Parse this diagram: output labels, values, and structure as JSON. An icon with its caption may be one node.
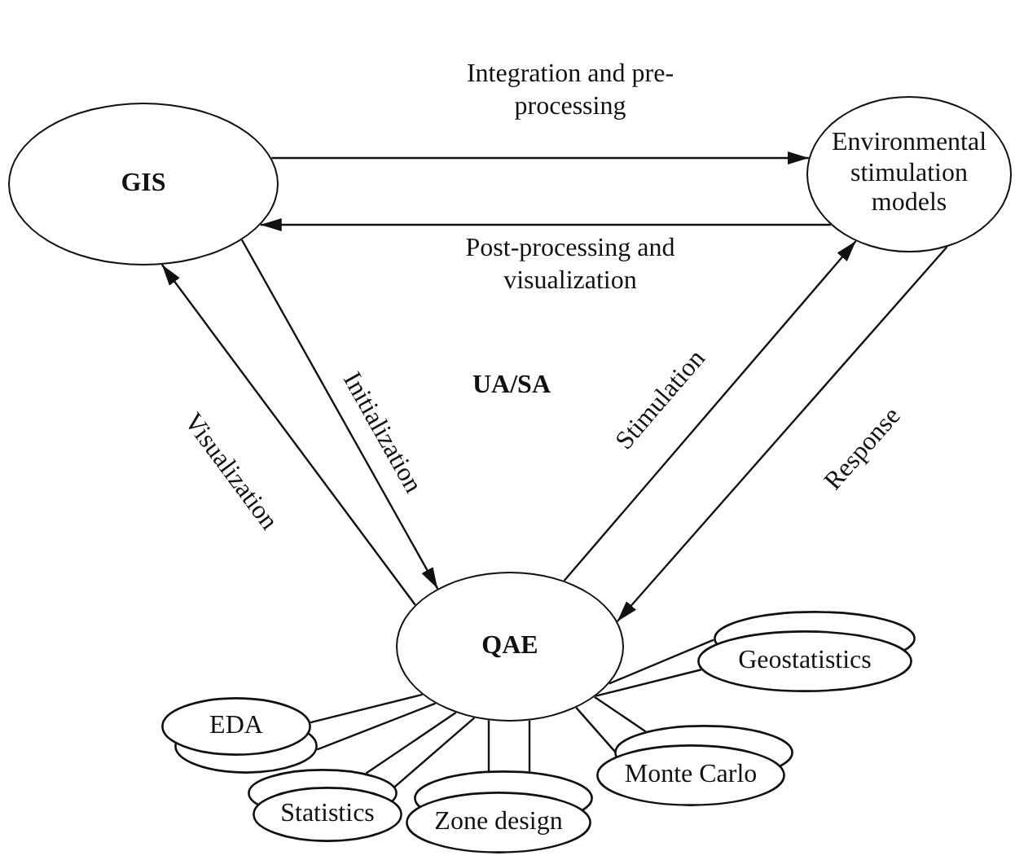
{
  "diagram": {
    "nodes": [
      {
        "text": [
          "GIS"
        ]
      },
      {
        "text": [
          "Environmental stimulation models"
        ]
      },
      {
        "text": [
          "QAE"
        ]
      },
      {
        "text": [
          "EDA"
        ]
      },
      {
        "text": [
          "Statistics"
        ]
      },
      {
        "text": [
          "Zone design"
        ]
      },
      {
        "text": [
          "Monte Carlo"
        ]
      },
      {
        "text": [
          "Geostatistics"
        ]
      }
    ],
    "edges": [
      {
        "from": 0,
        "to": 1,
        "arrow": "to",
        "label": "Integration and pre-processing"
      },
      {
        "from": 1,
        "to": 0,
        "arrow": "to",
        "label": "Post-processing and visualization"
      },
      {
        "from": 0,
        "to": 2,
        "arrow": "to",
        "label": "Initialization"
      },
      {
        "from": 2,
        "to": 0,
        "arrow": "to",
        "label": "Visualization"
      },
      {
        "from": 2,
        "to": 1,
        "arrow": "to",
        "label": "Stimulation"
      },
      {
        "from": 1,
        "to": 2,
        "arrow": "to",
        "label": "Response"
      },
      {
        "from": 2,
        "to": 3,
        "arrow": "none"
      },
      {
        "from": 2,
        "to": 3,
        "arrow": "none"
      },
      {
        "from": 2,
        "to": 4,
        "arrow": "none"
      },
      {
        "from": 2,
        "to": 4,
        "arrow": "none"
      },
      {
        "from": 2,
        "to": 5,
        "arrow": "none"
      },
      {
        "from": 2,
        "to": 5,
        "arrow": "none"
      },
      {
        "from": 2,
        "to": 6,
        "arrow": "none"
      },
      {
        "from": 2,
        "to": 6,
        "arrow": "none"
      },
      {
        "from": 2,
        "to": 7,
        "arrow": "none"
      },
      {
        "from": 2,
        "to": 7,
        "arrow": "none"
      }
    ],
    "labels": [
      "UA/SA"
    ]
  }
}
